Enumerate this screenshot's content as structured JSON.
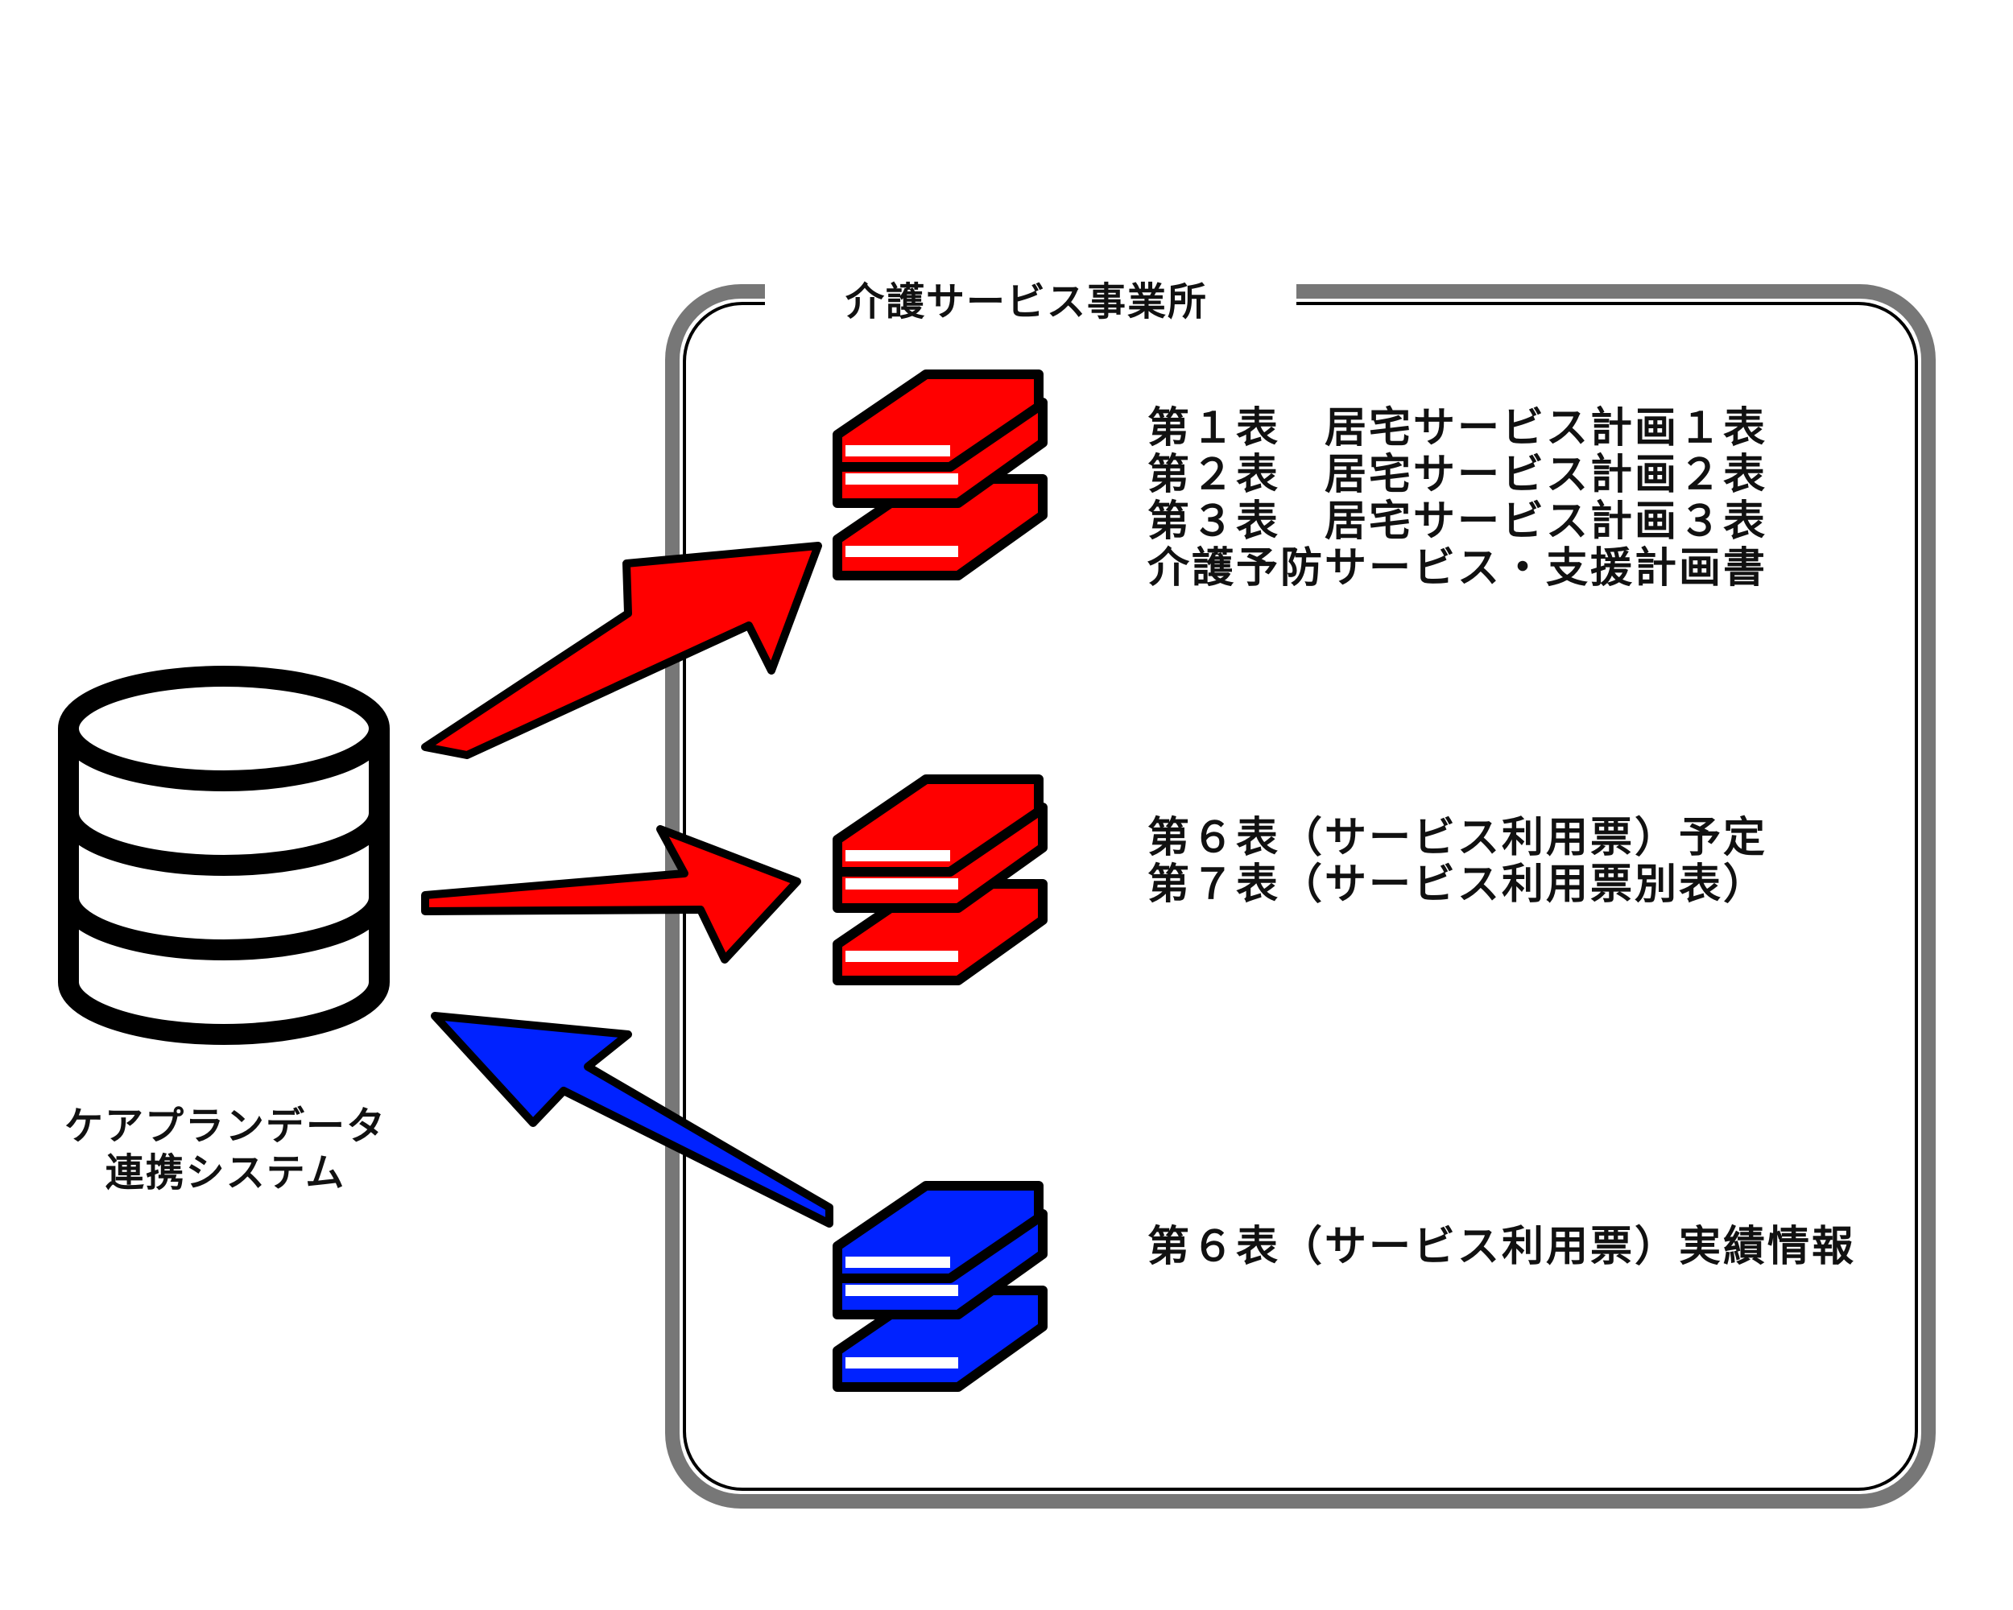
{
  "office": {
    "title": "介護サービス事業所"
  },
  "system": {
    "line1": "ケアプランデータ",
    "line2": "連携システム"
  },
  "documents": [
    {
      "color": "#ff0000",
      "lines": [
        "第１表　居宅サービス計画１表",
        "第２表　居宅サービス計画２表",
        "第３表　居宅サービス計画３表",
        "介護予防サービス・支援計画書"
      ]
    },
    {
      "color": "#ff0000",
      "lines": [
        "第６表（サービス利用票）予定",
        "第７表（サービス利用票別表）"
      ]
    },
    {
      "color": "#0022ff",
      "lines": [
        "第６表（サービス利用票）実績情報"
      ]
    }
  ],
  "colors": {
    "send": "#ff0000",
    "receive": "#0022ff",
    "border": "#777777"
  }
}
